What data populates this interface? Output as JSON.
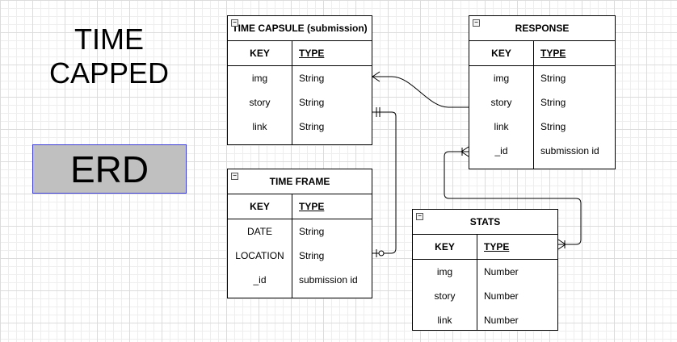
{
  "title": "TIME\nCAPPED",
  "badge": "ERD",
  "entities": {
    "capsule": {
      "name": "TIME CAPSULE (submission)",
      "key_header": "KEY",
      "type_header": "TYPE",
      "rows": [
        {
          "key": "img",
          "type": "String"
        },
        {
          "key": "story",
          "type": "String"
        },
        {
          "key": "link",
          "type": "String"
        }
      ]
    },
    "frame": {
      "name": "TIME FRAME",
      "key_header": "KEY",
      "type_header": "TYPE",
      "rows": [
        {
          "key": "DATE",
          "type": "String"
        },
        {
          "key": "LOCATION",
          "type": "String"
        },
        {
          "key": "_id",
          "type": "submission id"
        }
      ]
    },
    "response": {
      "name": "RESPONSE",
      "key_header": "KEY",
      "type_header": "TYPE",
      "rows": [
        {
          "key": "img",
          "type": "String"
        },
        {
          "key": "story",
          "type": "String"
        },
        {
          "key": "link",
          "type": "String"
        },
        {
          "key": "_id",
          "type": "submission id"
        }
      ]
    },
    "stats": {
      "name": "STATS",
      "key_header": "KEY",
      "type_header": "TYPE",
      "rows": [
        {
          "key": "img",
          "type": "Number"
        },
        {
          "key": "story",
          "type": "Number"
        },
        {
          "key": "link",
          "type": "Number"
        }
      ]
    }
  },
  "relationships": [
    {
      "from": "TIME CAPSULE (submission)",
      "to": "RESPONSE",
      "notation": "many-to-one"
    },
    {
      "from": "TIME CAPSULE (submission)",
      "to": "TIME FRAME",
      "notation": "one-to-zero-or-one"
    },
    {
      "from": "RESPONSE",
      "to": "STATS",
      "notation": "one-or-many to one-or-many"
    }
  ]
}
